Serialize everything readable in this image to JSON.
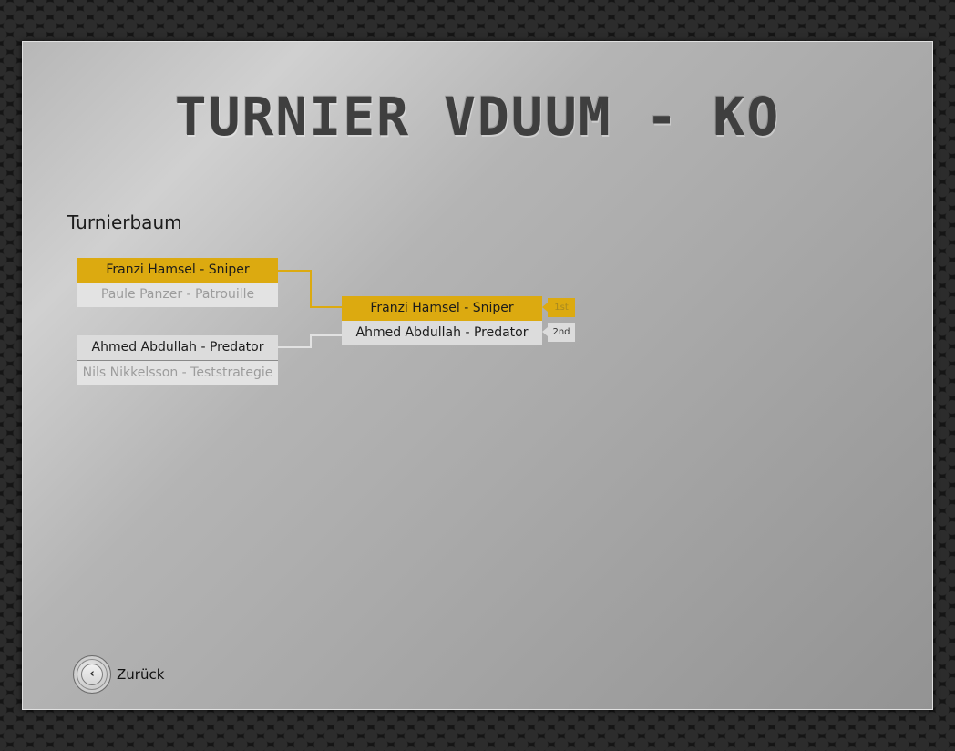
{
  "page": {
    "title": "TURNIER VDUUM - KO"
  },
  "bracket": {
    "section_title": "Turnierbaum",
    "round1": [
      {
        "top": "Franzi Hamsel - Sniper",
        "bottom": "Paule Panzer - Patrouille",
        "winner": "top"
      },
      {
        "top": "Ahmed Abdullah - Predator",
        "bottom": "Nils Nikkelsson - Teststrategie",
        "winner": "top"
      }
    ],
    "final": {
      "top": "Franzi Hamsel - Sniper",
      "bottom": "Ahmed Abdullah - Predator",
      "first_label": "1st",
      "second_label": "2nd"
    },
    "colors": {
      "winner": "#dcaa10",
      "slot": "#dcdcdc",
      "connector_win": "#dcaa10",
      "connector": "#e2e2e2"
    }
  },
  "nav": {
    "back_label": "Zurück",
    "back_icon": "chevron-left-icon"
  }
}
